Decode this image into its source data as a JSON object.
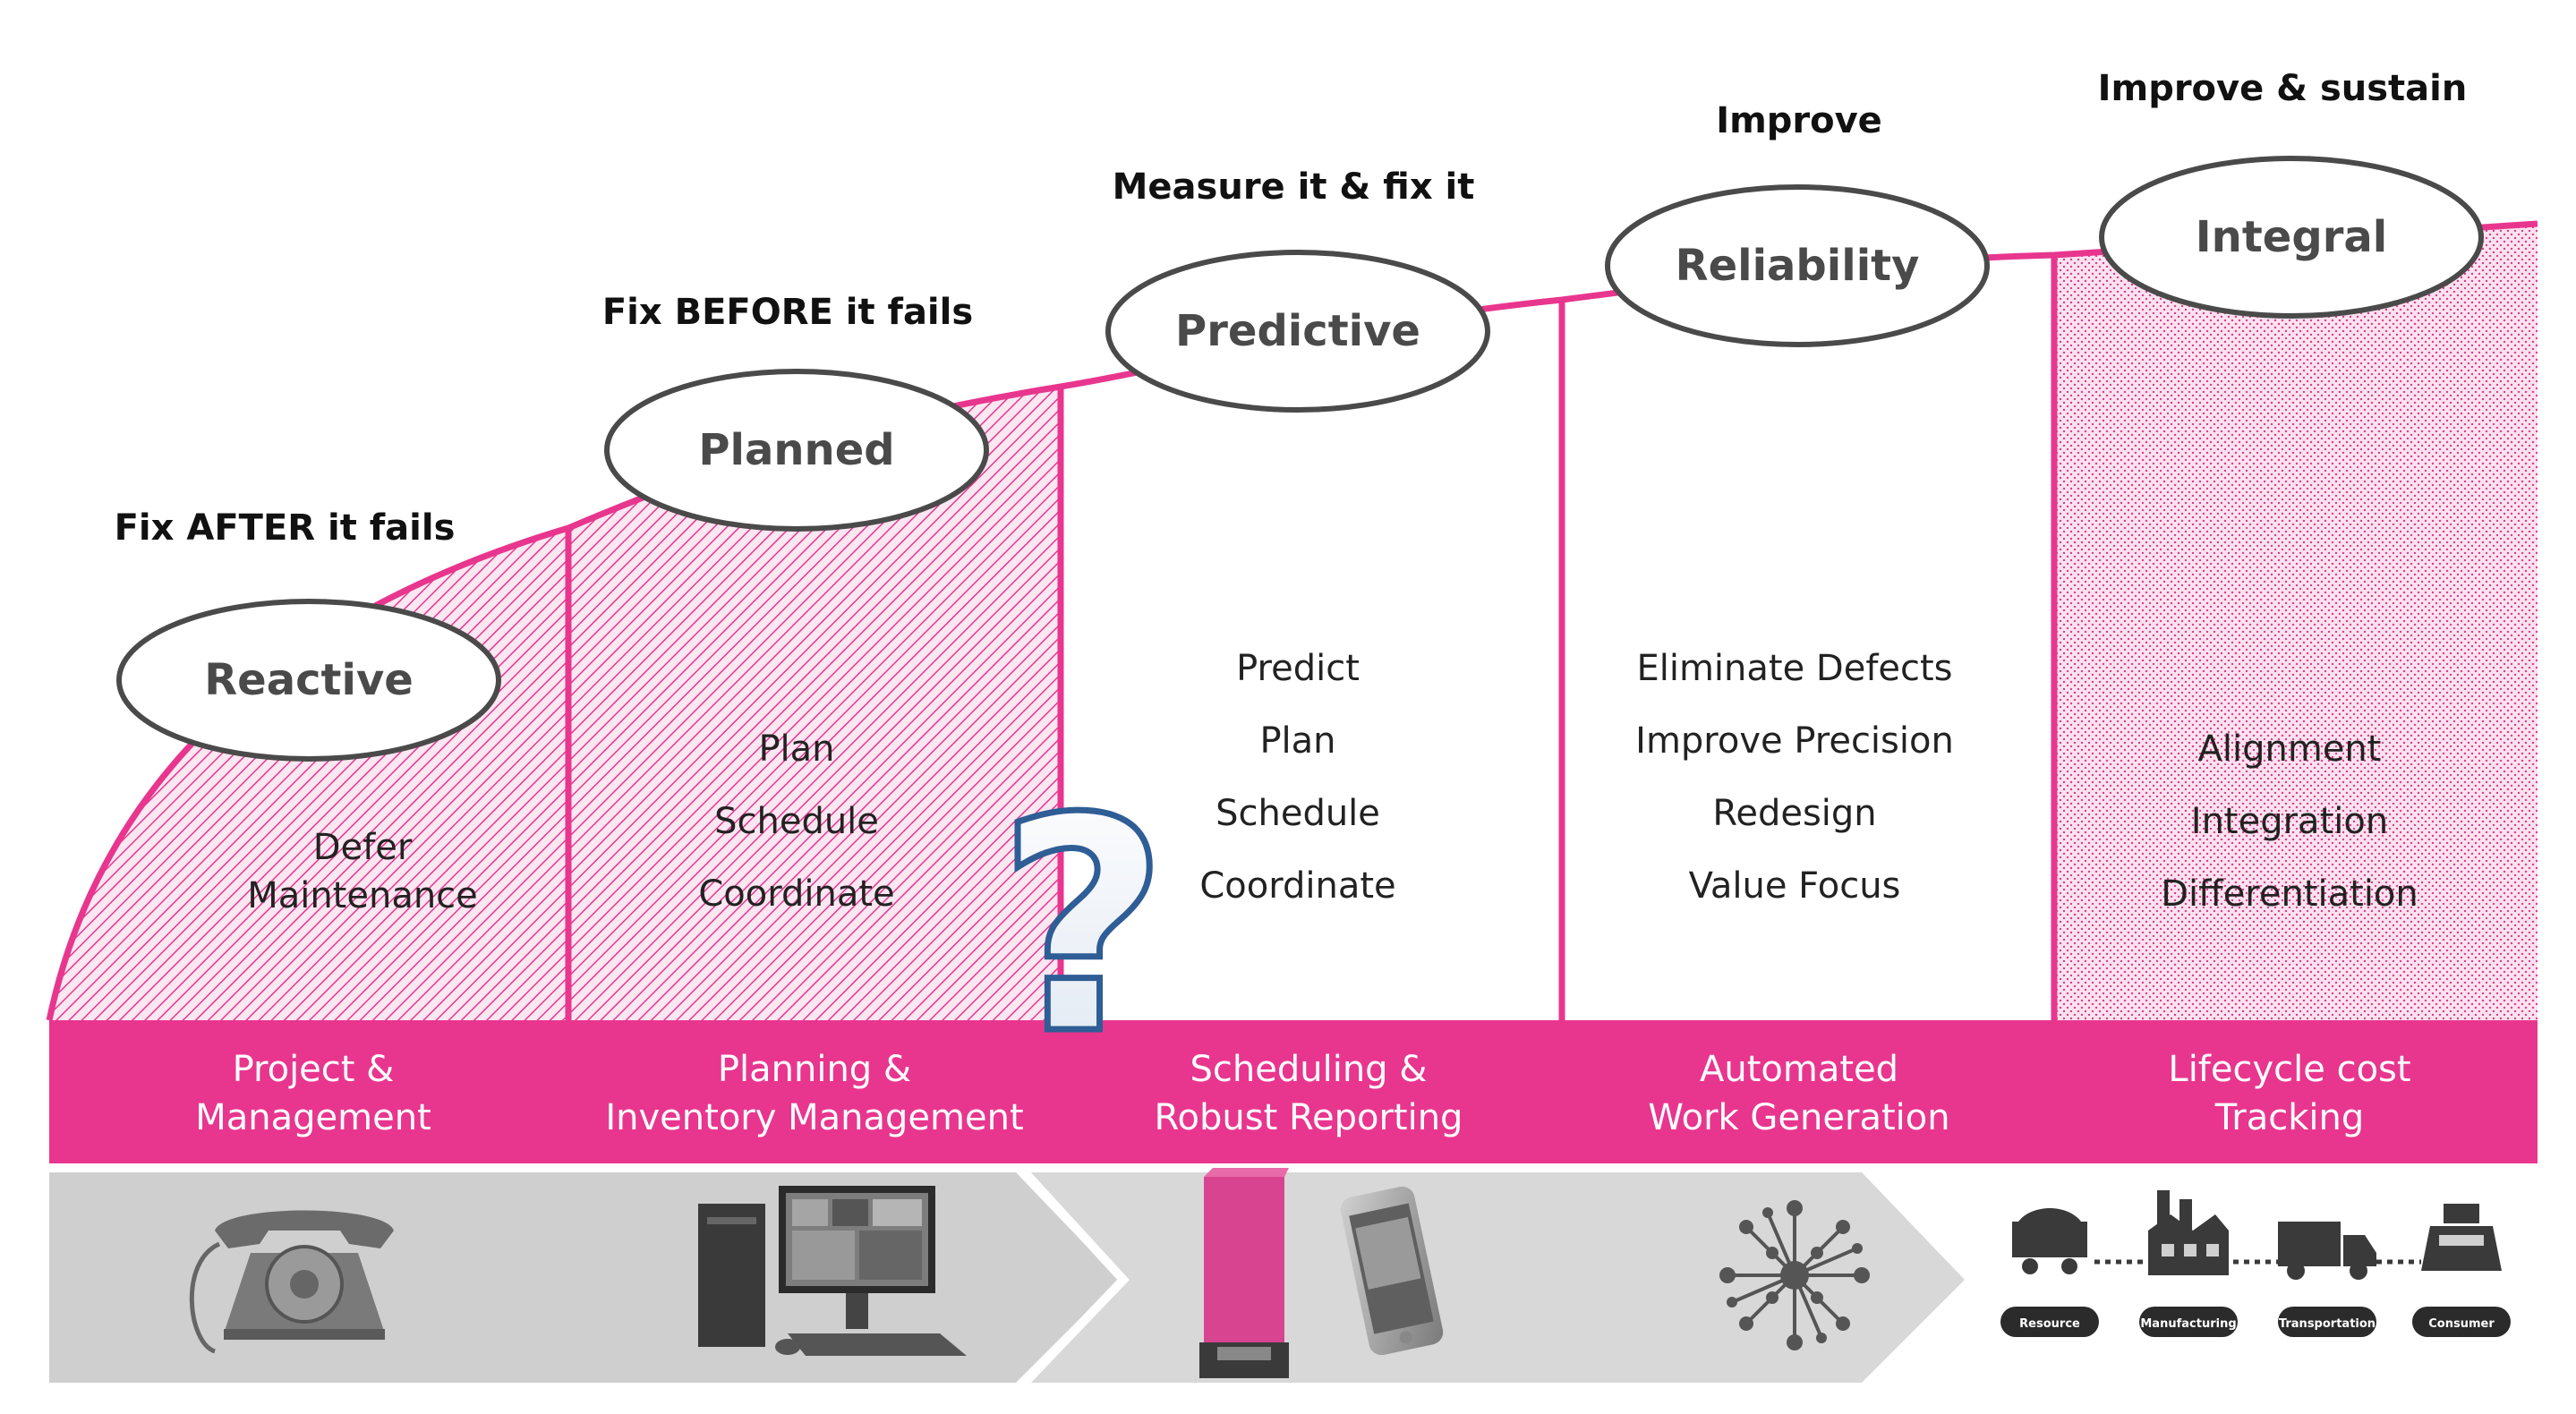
{
  "colors": {
    "magenta": "#e8368f",
    "ellipse_stroke": "#4a4a4a",
    "band_text": "#ffffff",
    "body_text": "#222222"
  },
  "stages": [
    {
      "caption": "Fix AFTER it fails",
      "name": "Reactive",
      "items": [
        "Defer",
        "Maintenance"
      ],
      "band": [
        "Project &",
        "Management"
      ]
    },
    {
      "caption": "Fix BEFORE it fails",
      "name": "Planned",
      "items": [
        "Plan",
        "Schedule",
        "Coordinate"
      ],
      "band": [
        "Planning &",
        "Inventory Management"
      ]
    },
    {
      "caption": "Measure it & fix it",
      "name": "Predictive",
      "items": [
        "Predict",
        "Plan",
        "Schedule",
        "Coordinate"
      ],
      "band": [
        "Scheduling &",
        "Robust Reporting"
      ]
    },
    {
      "caption": "Improve",
      "name": "Reliability",
      "items": [
        "Eliminate Defects",
        "Improve Precision",
        "Redesign",
        "Value Focus"
      ],
      "band": [
        "Automated",
        "Work Generation"
      ]
    },
    {
      "caption": "Improve & sustain",
      "name": "Integral",
      "items": [
        "Alignment",
        "Integration",
        "Differentiation"
      ],
      "band": [
        "Lifecycle cost",
        "Tracking"
      ]
    }
  ],
  "question_mark": "?",
  "supply_chain": [
    "Resource",
    "Manufacturing",
    "Transportation",
    "Consumer"
  ],
  "icons": [
    "telephone-icon",
    "desktop-computer-icon",
    "kiosk-device-icon",
    "smartphone-icon",
    "network-hub-icon",
    "supply-chain-icon"
  ]
}
